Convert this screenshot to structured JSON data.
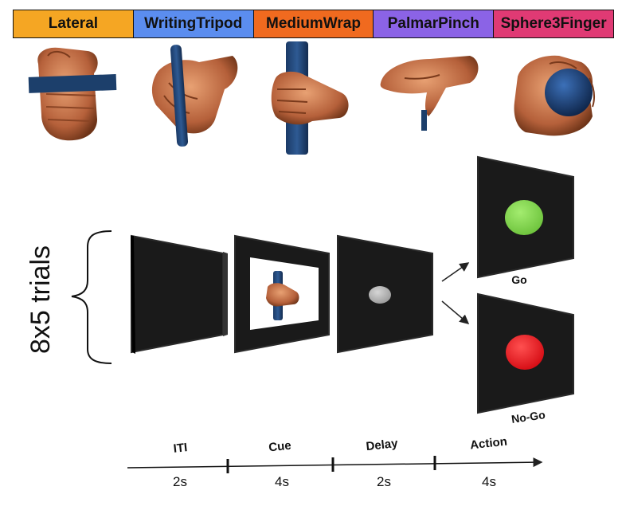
{
  "grasp_types": [
    {
      "label": "Lateral",
      "color": "#f5a623"
    },
    {
      "label": "WritingTripod",
      "color": "#5b8def"
    },
    {
      "label": "MediumWrap",
      "color": "#f06a1f"
    },
    {
      "label": "PalmarPinch",
      "color": "#8b63e6"
    },
    {
      "label": "Sphere3Finger",
      "color": "#e03a74"
    }
  ],
  "trials_label": "8x5 trials",
  "outcomes": {
    "go": {
      "label": "Go",
      "color": "#7ed04b"
    },
    "nogo": {
      "label": "No-Go",
      "color": "#e8101a"
    }
  },
  "timeline": [
    {
      "phase": "ITI",
      "duration": "2s"
    },
    {
      "phase": "Cue",
      "duration": "4s"
    },
    {
      "phase": "Delay",
      "duration": "2s"
    },
    {
      "phase": "Action",
      "duration": "4s"
    }
  ]
}
